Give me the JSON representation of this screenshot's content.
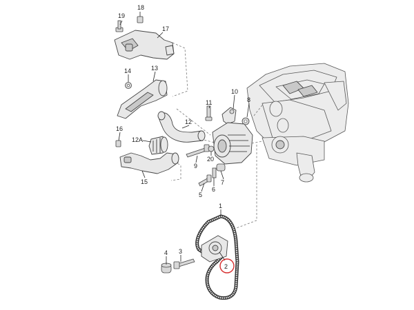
{
  "colors": {
    "background": "#ffffff",
    "line": "#444444",
    "part_fill": "#e8e8e8",
    "highlight": "#d62b2b"
  },
  "labels": {
    "p1": "1",
    "p2": "2",
    "p3": "3",
    "p4": "4",
    "p5": "5",
    "p6": "6",
    "p7": "7",
    "p8": "8",
    "p9": "9",
    "p10": "10",
    "p11": "11",
    "p12": "12",
    "p12a": "12A",
    "p13": "13",
    "p14": "14",
    "p15": "15",
    "p16": "16",
    "p17": "17",
    "p18": "18",
    "p19": "19",
    "p20": "20"
  },
  "highlighted_part": "2"
}
